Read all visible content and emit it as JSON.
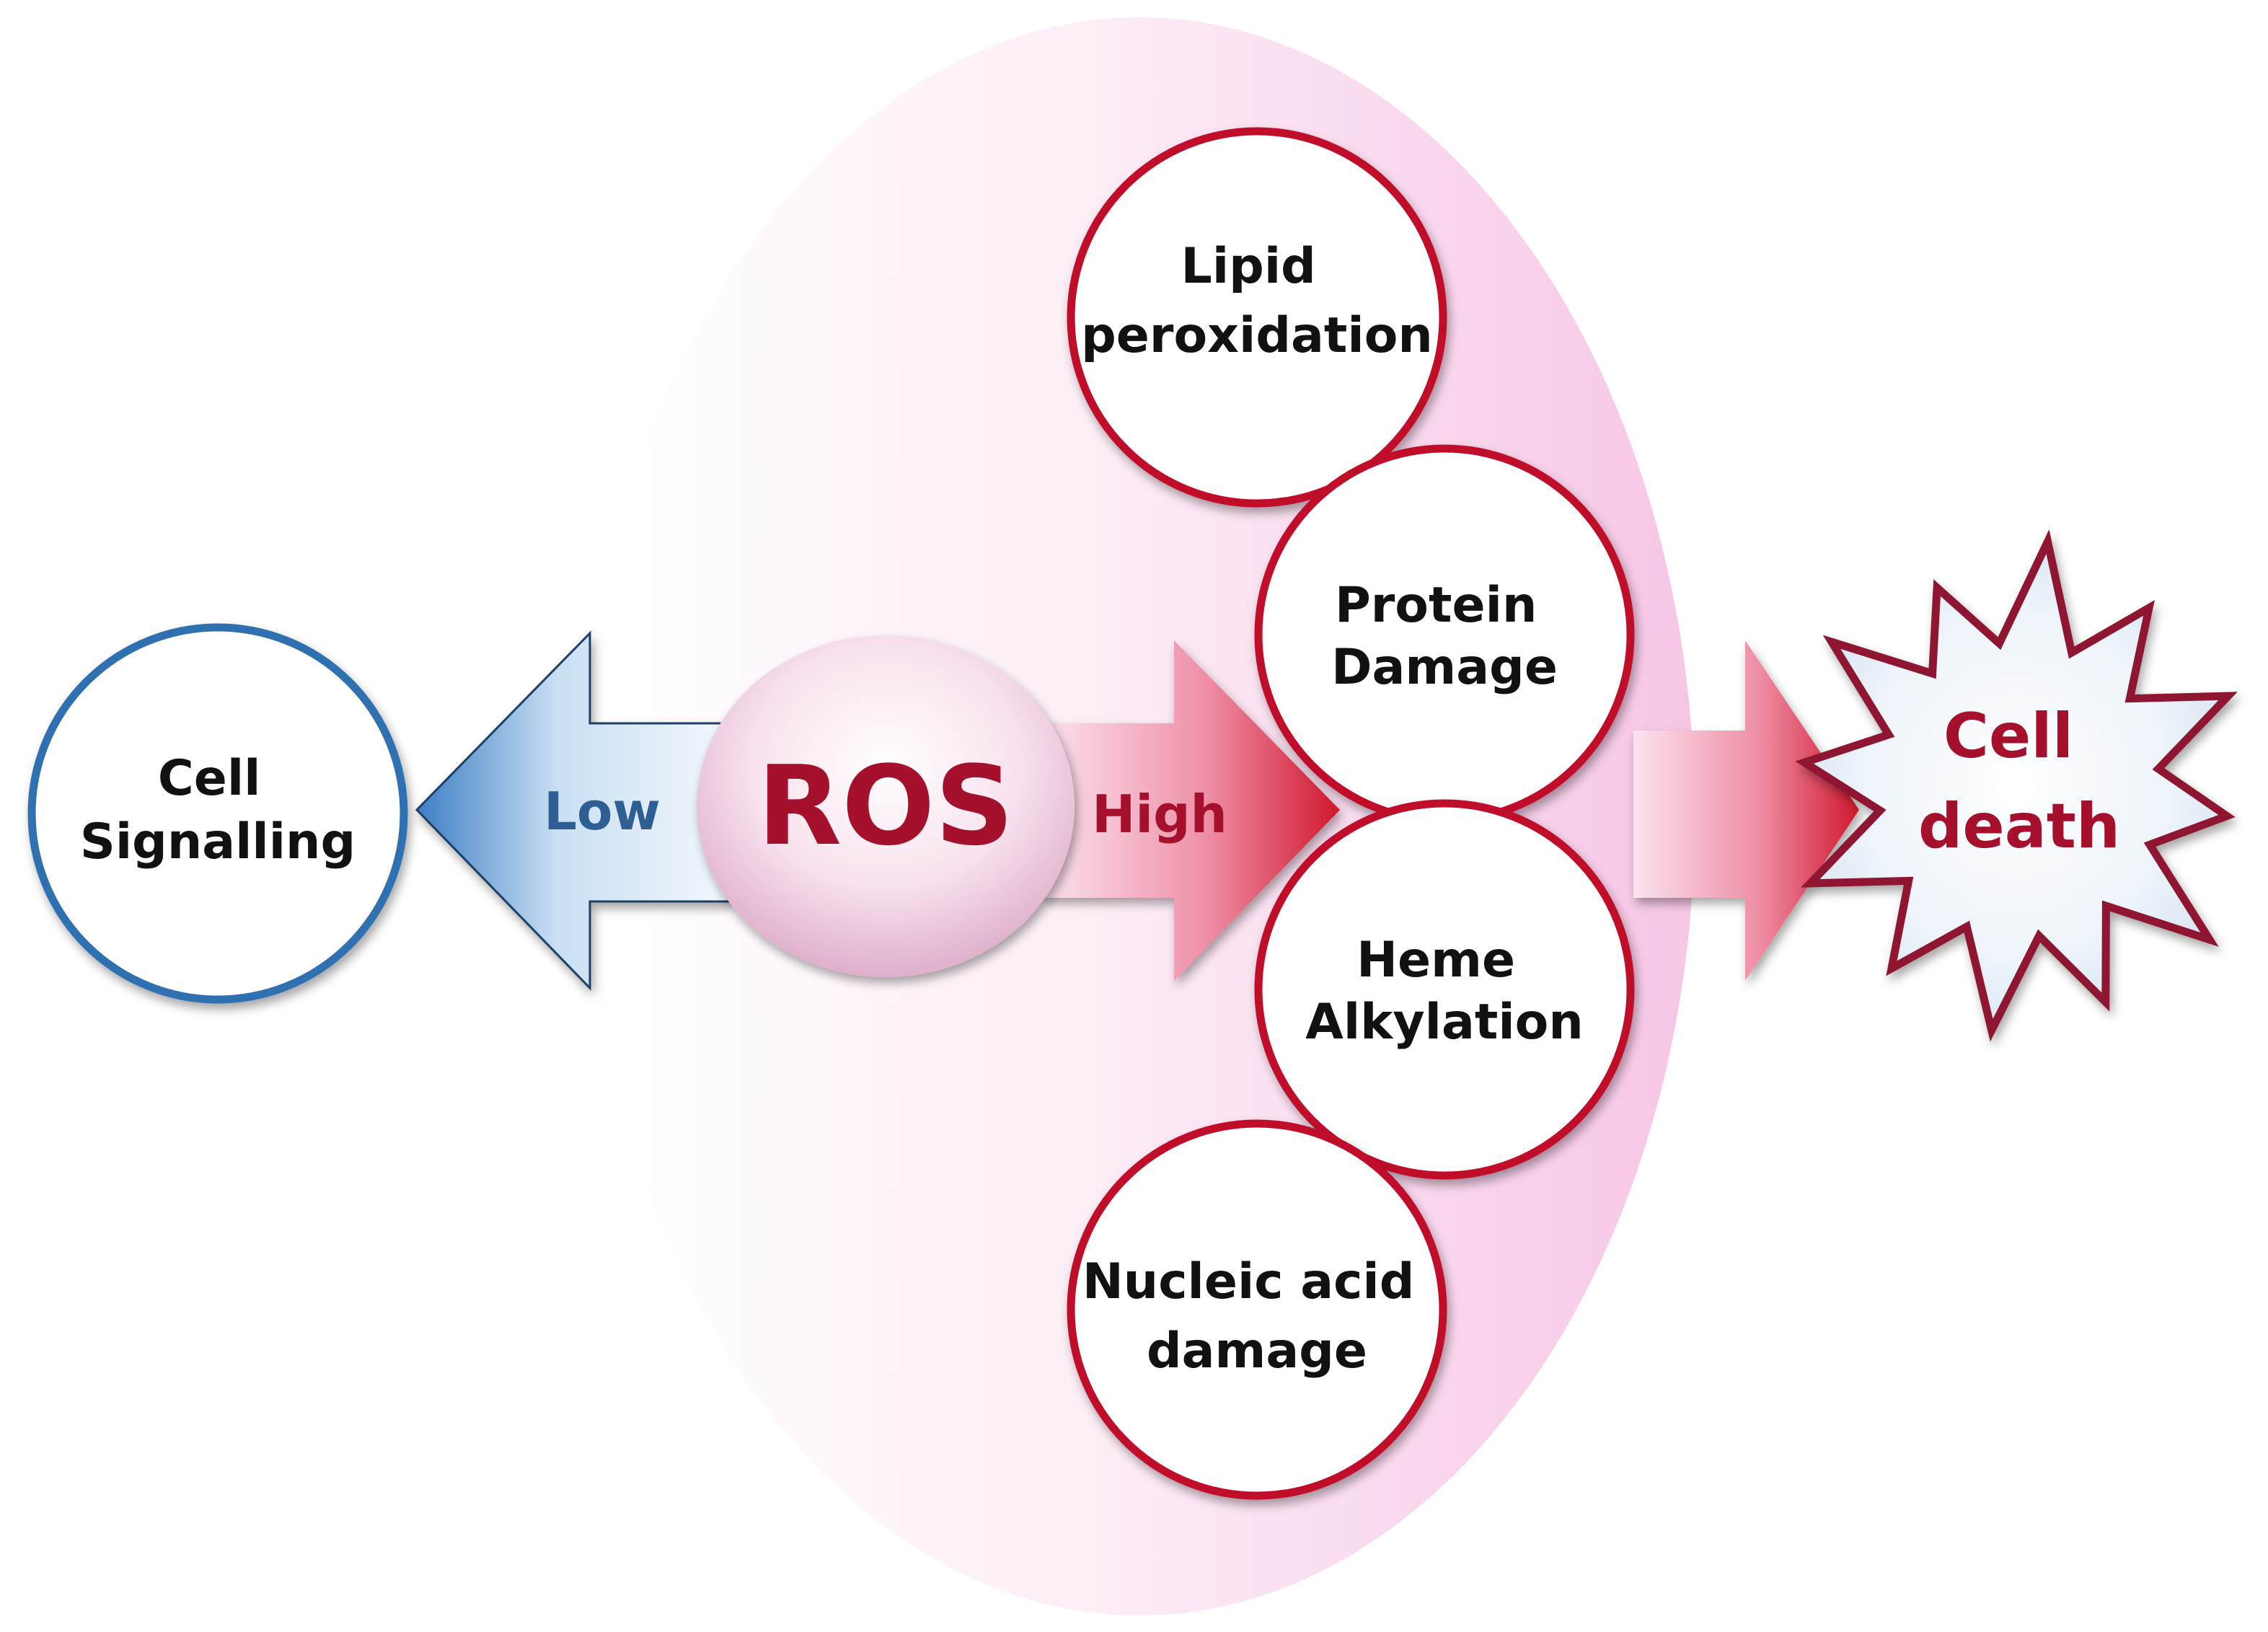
{
  "diagram": {
    "center": {
      "label": "ROS"
    },
    "low_arrow": {
      "label": "Low"
    },
    "high_arrow": {
      "label": "High"
    },
    "left_node": {
      "lines": [
        "Cell",
        "Signalling"
      ]
    },
    "damage_nodes": [
      {
        "lines": [
          "Lipid",
          "peroxidation"
        ]
      },
      {
        "lines": [
          "Protein",
          "Damage"
        ]
      },
      {
        "lines": [
          "Heme",
          "Alkylation"
        ]
      },
      {
        "lines": [
          "Nucleic acid",
          "damage"
        ]
      }
    ],
    "outcome": {
      "lines": [
        "Cell",
        "death"
      ]
    }
  },
  "colors": {
    "low_blue": "#2e6fb0",
    "high_red": "#c0102c",
    "text_dark": "#111111",
    "burst_red": "#8e1732",
    "halo_pink": "#f9d3ec"
  }
}
